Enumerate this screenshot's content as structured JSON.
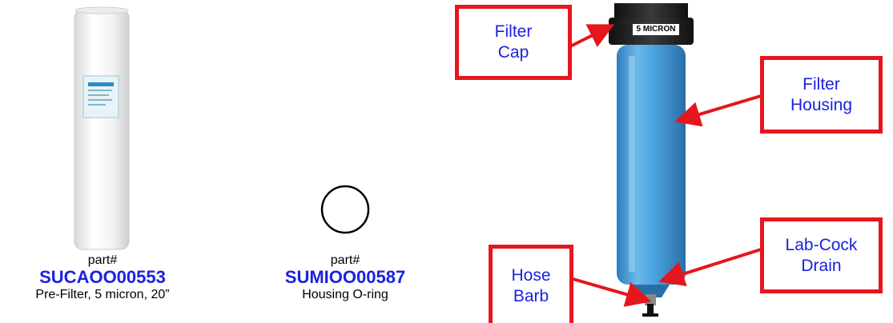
{
  "parts": [
    {
      "hash_label": "part#",
      "number": "SUCAOO00553",
      "description": "Pre-Filter, 5 micron, 20”"
    },
    {
      "hash_label": "part#",
      "number": "SUMIOO00587",
      "description": "Housing O-ring"
    }
  ],
  "housing": {
    "cap_text": "5 MICRON"
  },
  "callouts": [
    {
      "line1": "Filter",
      "line2": "Cap"
    },
    {
      "line1": "Filter",
      "line2": "Housing"
    },
    {
      "line1": "Lab-Cock",
      "line2": "Drain"
    },
    {
      "line1": "Hose",
      "line2": "Barb"
    }
  ],
  "colors": {
    "callout_border": "#e6161d",
    "callout_text": "#1a22e0",
    "part_number": "#1a22e0",
    "housing_blue": "#4aa3de"
  }
}
